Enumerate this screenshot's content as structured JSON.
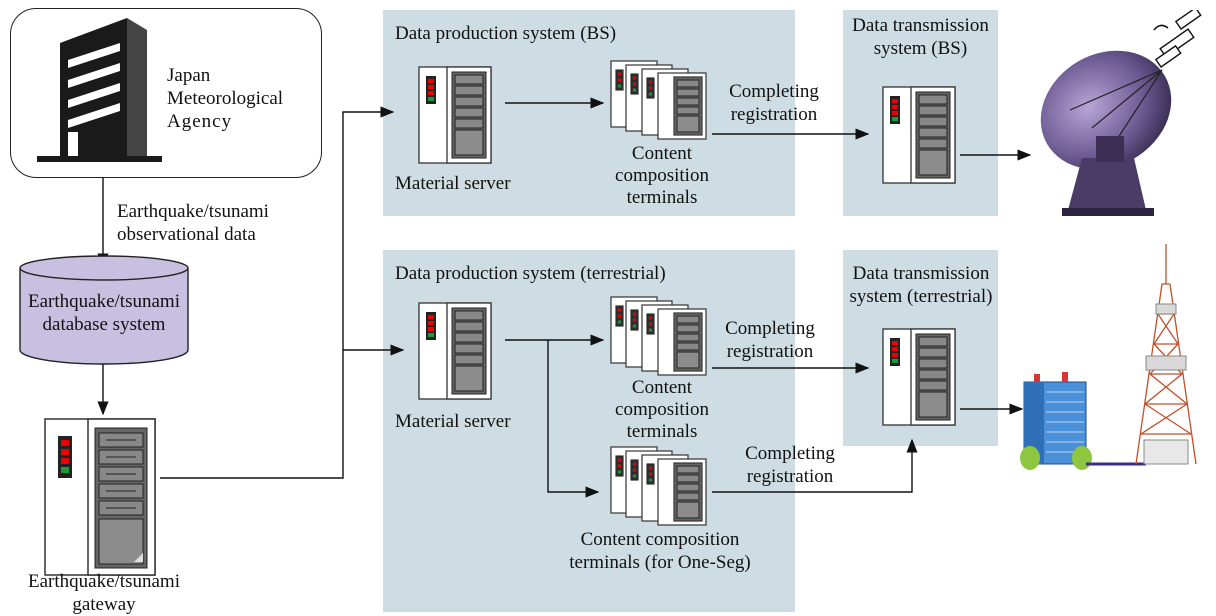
{
  "agency": {
    "line1": "Japan",
    "line2": "Meteorological",
    "line3": "Agency"
  },
  "observational": {
    "line1": "Earthquake/tsunami",
    "line2": "observational data"
  },
  "database": {
    "line1": "Earthquake/tsunami",
    "line2": "database system"
  },
  "gateway": {
    "line1": "Earthquake/tsunami",
    "line2": "gateway"
  },
  "bs": {
    "production_title": "Data production system (BS)",
    "material_server": "Material server",
    "terminals": {
      "line1": "Content",
      "line2": "composition",
      "line3": "terminals"
    },
    "completing": {
      "line1": "Completing",
      "line2": "registration"
    },
    "transmission": {
      "line1": "Data transmission",
      "line2": "system (BS)"
    }
  },
  "terrestrial": {
    "production_title": "Data production system (terrestrial)",
    "material_server": "Material server",
    "terminals": {
      "line1": "Content",
      "line2": "composition",
      "line3": "terminals"
    },
    "completing": {
      "line1": "Completing",
      "line2": "registration"
    },
    "oneseg_completing": {
      "line1": "Completing",
      "line2": "registration"
    },
    "oneseg_terminals": {
      "line1": "Content composition",
      "line2": "terminals (for One-Seg)"
    },
    "transmission": {
      "line1": "Data transmission",
      "line2": "system (terrestrial)"
    }
  },
  "colors": {
    "panel": "#cddde3",
    "database": "#c9bfe0",
    "server_dark": "#555555"
  }
}
